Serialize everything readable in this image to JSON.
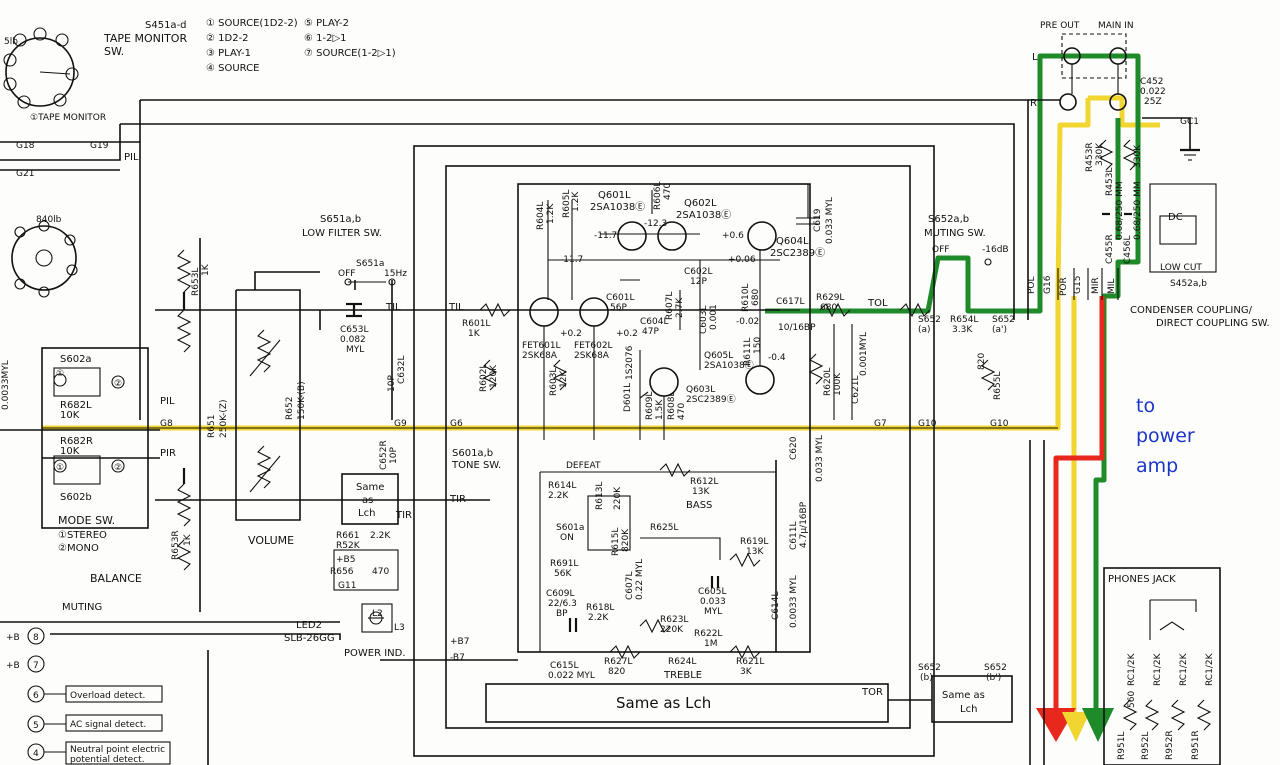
{
  "tape_monitor": {
    "switch_ref": "S451a-d",
    "title_1": "TAPE MONITOR",
    "title_2": "SW.",
    "positions": [
      "① SOURCE(1D2-2)",
      "② 1D2-2",
      "③ PLAY-1",
      "④ SOURCE",
      "⑤ PLAY-2",
      "⑥ 1-2▷1",
      "⑦ SOURCE(1-2▷1)"
    ],
    "monitor_label": "①TAPE MONITOR",
    "sw_5lb": "5lb",
    "sw_840lb": "840lb"
  },
  "grounds": [
    "G18",
    "G19",
    "G21",
    "G8",
    "G9",
    "G6",
    "G7",
    "G10",
    "G10",
    "G11"
  ],
  "low_filter": {
    "title_1": "S651a,b",
    "title_2": "LOW FILTER SW.",
    "sw_ref": "S651a",
    "off": "OFF",
    "freq": "15Hz"
  },
  "muting_sw": {
    "title_1": "S652a,b",
    "title_2": "MUTING SW.",
    "off": "OFF",
    "level": "-16dB",
    "s652a": "S652",
    "s652a_sub": "(a)",
    "s652a2": "S652",
    "s652a2_sub": "(a')"
  },
  "components": {
    "r604l": "R604L",
    "r604l_v": "1.2K",
    "r605l": "R605L",
    "r605l_v": "1.2K",
    "q601l": "Q601L",
    "q601l_v": "2SA1038Ⓔ",
    "r606l": "R606L",
    "r606l_v": "470",
    "q602l": "Q602L",
    "q602l_v": "2SA1038Ⓔ",
    "q604l": "Q604L",
    "q604l_v": "2SC2389Ⓔ",
    "c619": "C619",
    "c619_v": "0.033 MYL",
    "c601l": "C601L",
    "c601l_v": "56P",
    "c602l": "C602L",
    "c602l_v": "12P",
    "r607l": "R607L",
    "r607l_v": "2.7K",
    "c604l": "C604L",
    "c604l_v": "47P",
    "c603l": "C603L",
    "c603l_v": "0.001",
    "r610l": "R610L",
    "r610l_v": "680",
    "c617l": "C617L",
    "c617l_v": "10/16BP",
    "r629l": "R629L",
    "r629l_v": "680",
    "fet601l": "FET601L",
    "fet601l_v": "2SK68A",
    "fet602l": "FET602L",
    "fet602l_v": "2SK68A",
    "r601l": "R601L",
    "r601l_v": "1K",
    "r602l": "R602L",
    "r602l_v": "120K",
    "r603l": "R603L",
    "r603l_v": "12K",
    "d601l": "D601L",
    "d601l_v": "1S2076",
    "r608l": "R608L",
    "r608l_v": "470",
    "r609l": "R609L",
    "r609l_v": "1.5K",
    "q603l": "Q603L",
    "q603l_v": "2SC2389Ⓔ",
    "q605l": "Q605L",
    "q605l_v": "2SA1038Ⓔ",
    "r611l": "R611L",
    "r611l_v": "150",
    "r620l": "R620L",
    "r620l_v": "100K",
    "c621l": "C621L",
    "c621l_v": "0.001MYL",
    "c620": "C620",
    "c620_v": "0.033 MYL",
    "r653l": "R653L",
    "r653l_v": "1K",
    "r651": "R651",
    "r651_v": "250K-(Z)",
    "r652": "R652",
    "r652_v": "150K-(B)",
    "c653l": "C653L",
    "c653l_v": "0.082 MYL",
    "c632l": "C632L",
    "c632l_v": "10P",
    "c652r": "C652R",
    "c652r_v": "10P",
    "r654l": "R654L",
    "r654l_v": "3.3K",
    "r655l": "R655L",
    "r655l_v": "820",
    "r682l": "R682L",
    "r682l_v": "10K",
    "r682r": "R682R",
    "r682r_v": "10K",
    "r653r": "R653R",
    "r653r_v": "1K",
    "r661": "R661",
    "r661_v": "2.2K",
    "r652k": "R52K",
    "r656": "R656",
    "r656_v": "470",
    "r614l": "R614L",
    "r614l_v": "2.2K",
    "r613l": "R613L",
    "r613l_v": "220K",
    "r612l": "R612L",
    "r612l_v": "13K",
    "c611l": "C611L",
    "c611l_v": "4.7μ/16BP",
    "r625l": "R625L",
    "r615l": "R615L",
    "r615l_v": "820K",
    "r619l": "R619L",
    "r619l_v": "13K",
    "r691l": "R691L",
    "r691l_v": "56K",
    "c607l": "C607L",
    "c607l_v": "0.22 MYL",
    "c605l": "C605L",
    "c605l_v": "0.033 MYL",
    "c609l": "C609L",
    "c609l_v": "22/6.3 BP",
    "r618l": "R618L",
    "r618l_v": "2.2K",
    "r623l": "R623L",
    "r623l_v": "220K",
    "r622l": "R622L",
    "r622l_v": "1M",
    "c614l": "C614L",
    "c614l_v": "0.0033 MYL",
    "c615l": "C615L",
    "c615l_v": "0.022 MYL",
    "r627l": "R627L",
    "r627l_v": "820",
    "r624l": "R624L",
    "r621l": "R621L",
    "r621l_v": "3K",
    "c452": "C452",
    "c452_v": "0.022",
    "c452_v2": "25Z",
    "r453r": "R453R",
    "r453r_v": "330K",
    "r453l": "R453L",
    "r453l_v": "330K",
    "c455r": "C455R",
    "c455r_v": "0.68/250 MM",
    "c456l": "C456L",
    "c456l_v": "0.68/250 MM",
    "r951l": "R951L",
    "r951l_v": "560",
    "r952l": "R952L",
    "r952r": "R952R",
    "r951r": "R951R",
    "rc1": "RC1/2K"
  },
  "voltages": [
    "-11.7",
    "-12.3",
    "-11.7",
    "+0.6",
    "+0.06",
    "-0.02",
    "+0.2",
    "+0.2",
    "-0.4"
  ],
  "labels": {
    "pil": "PIL",
    "pir": "PIR",
    "til": "TIL",
    "tir": "TIR",
    "tol": "TOL",
    "tor": "TOR",
    "pol": "POL",
    "por": "POR",
    "mil": "MIL",
    "mir": "MIR",
    "gc1": "GC1",
    "g16": "G16",
    "g15": "G15",
    "l": "L",
    "r": "R",
    "s602a": "S602a",
    "s602b": "S602b",
    "mode_sw": "MODE SW.",
    "mode_1": "①STEREO",
    "mode_2": "②MONO",
    "balance": "BALANCE",
    "volume": "VOLUME",
    "muting": "MUTING",
    "tone_sw_1": "S601a,b",
    "tone_sw_2": "TONE SW.",
    "defeat": "DEFEAT",
    "bass": "BASS",
    "treble": "TREBLE",
    "s601a": "S601a",
    "on": "ON",
    "same_lch_1": "Same",
    "same_lch_2": "as",
    "same_lch_3": "Lch",
    "same_bottom": "Same as Lch",
    "same_right_1": "Same as",
    "same_right_2": "Lch",
    "s652b": "S652",
    "s652b_sub": "(b)",
    "s652b2": "S652",
    "s652b2_sub": "(b')",
    "led2": "LED2",
    "slb": "SLB-26GG",
    "l2": "L2",
    "l3": "L3",
    "power_ind": "POWER IND.",
    "b5": "+B5",
    "b7": "+B7",
    "minus_b7": "-B7",
    "plus_b8": "+B",
    "plus_b": "+B",
    "pre_out": "PRE OUT",
    "main_in": "MAIN IN",
    "dc": "DC",
    "low_cut": "LOW CUT",
    "s452": "S452a,b",
    "coupling_1": "CONDENSER COUPLING/",
    "coupling_2": "DIRECT COUPLING SW.",
    "phones_jack": "PHONES JACK",
    "left_cap": "0.0033MYL",
    "num_8": "8",
    "num_7": "7",
    "num_6": "6",
    "num_5": "5",
    "num_4": "4",
    "overload": "Overload detect.",
    "ac_signal": "AC signal detect.",
    "neutral_1": "Neutral point electric",
    "neutral_2": "potential detect."
  },
  "annotation": {
    "line1": "to",
    "line2": "power",
    "line3": "amp"
  },
  "colors": {
    "yellow_path": "#f1d530",
    "green_path": "#1f8a2a",
    "red_path": "#e8271d",
    "annotation": "#1a35c8"
  }
}
